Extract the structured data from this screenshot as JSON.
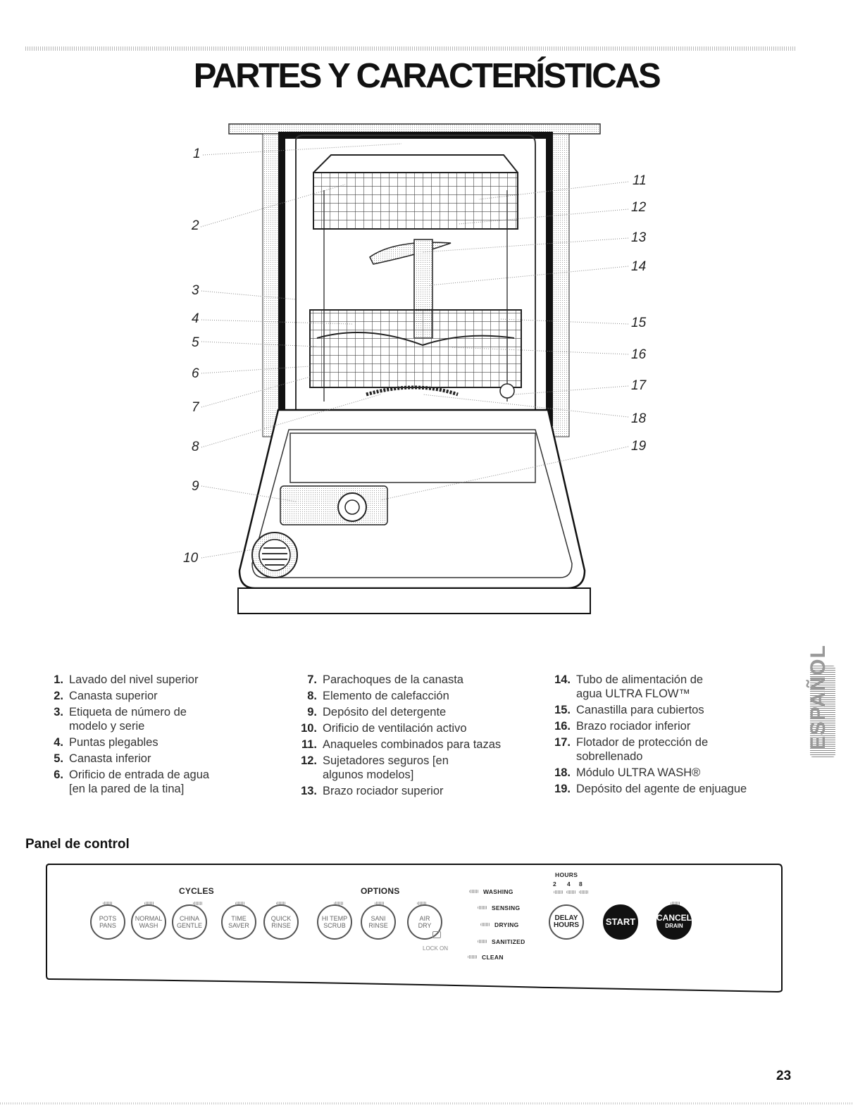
{
  "page": {
    "title": "PARTES Y CARACTERÍSTICAS",
    "page_number": "23",
    "side_tab": "ESPAÑOL"
  },
  "diagram": {
    "callouts": [
      "1",
      "2",
      "3",
      "4",
      "5",
      "6",
      "7",
      "8",
      "9",
      "10",
      "11",
      "12",
      "13",
      "14",
      "15",
      "16",
      "17",
      "18",
      "19"
    ]
  },
  "parts": {
    "col1": [
      {
        "n": "1.",
        "t": "Lavado del nivel superior"
      },
      {
        "n": "2.",
        "t": "Canasta superior"
      },
      {
        "n": "3.",
        "t": "Etiqueta de número de modelo y serie"
      },
      {
        "n": "4.",
        "t": "Puntas plegables"
      },
      {
        "n": "5.",
        "t": "Canasta inferior"
      },
      {
        "n": "6.",
        "t": "Orificio de entrada de agua [en la pared de la tina]"
      }
    ],
    "col2": [
      {
        "n": "7.",
        "t": "Parachoques de la canasta"
      },
      {
        "n": "8.",
        "t": "Elemento de calefacción"
      },
      {
        "n": "9.",
        "t": "Depósito del detergente"
      },
      {
        "n": "10.",
        "t": "Orificio de ventilación activo"
      },
      {
        "n": "11.",
        "t": "Anaqueles combinados para tazas"
      },
      {
        "n": "12.",
        "t": "Sujetadores seguros [en algunos modelos]"
      },
      {
        "n": "13.",
        "t": "Brazo rociador superior"
      }
    ],
    "col3": [
      {
        "n": "14.",
        "t": "Tubo de alimentación de agua ULTRA FLOW™"
      },
      {
        "n": "15.",
        "t": "Canastilla para cubiertos"
      },
      {
        "n": "16.",
        "t": "Brazo rociador inferior"
      },
      {
        "n": "17.",
        "t": "Flotador de protección de sobrellenado"
      },
      {
        "n": "18.",
        "t": "Módulo ULTRA WASH®"
      },
      {
        "n": "19.",
        "t": "Depósito del agente de enjuague"
      }
    ]
  },
  "control_panel": {
    "heading": "Panel de control",
    "cycles_label": "CYCLES",
    "options_label": "OPTIONS",
    "hours_label": "HOURS",
    "hours_values": [
      "2",
      "4",
      "8"
    ],
    "cycle_buttons": [
      {
        "top": "POTS",
        "bottom": "PANS"
      },
      {
        "top": "NORMAL",
        "bottom": "WASH"
      },
      {
        "top": "CHINA",
        "bottom": "GENTLE"
      },
      {
        "top": "TIME",
        "bottom": "SAVER"
      },
      {
        "top": "QUICK",
        "bottom": "RINSE"
      }
    ],
    "option_buttons": [
      {
        "top": "HI TEMP",
        "bottom": "SCRUB"
      },
      {
        "top": "SANI",
        "bottom": "RINSE"
      },
      {
        "top": "AIR",
        "bottom": "DRY"
      }
    ],
    "lock_label": "LOCK ON",
    "status": [
      "WASHING",
      "SENSING",
      "DRYING",
      "SANITIZED",
      "CLEAN"
    ],
    "delay": {
      "top": "DELAY",
      "bottom": "HOURS"
    },
    "start": "START",
    "cancel": {
      "top": "CANCEL",
      "bottom": "DRAIN"
    }
  }
}
